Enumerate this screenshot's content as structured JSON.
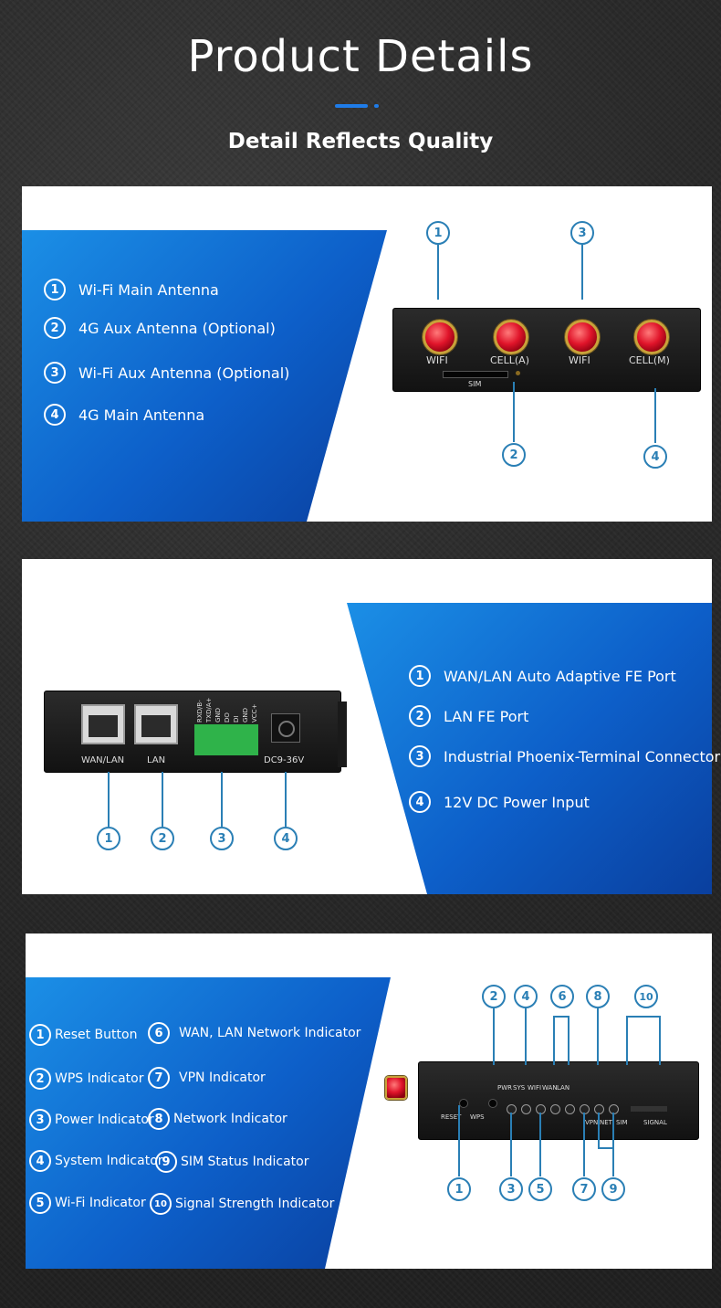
{
  "header": {
    "title": "Product Details",
    "subtitle": "Detail Reflects Quality",
    "accent": "#1f7ce8"
  },
  "section1": {
    "features": [
      {
        "num": "1",
        "label": "Wi-Fi Main Antenna"
      },
      {
        "num": "2",
        "label": "4G Aux Antenna (Optional)"
      },
      {
        "num": "3",
        "label": "Wi-Fi Aux Antenna (Optional)"
      },
      {
        "num": "4",
        "label": "4G Main Antenna"
      }
    ],
    "device_labels": [
      "WIFI",
      "CELL(A)",
      "WIFI",
      "CELL(M)",
      "SIM"
    ],
    "callouts": [
      "1",
      "2",
      "3",
      "4"
    ]
  },
  "section2": {
    "features": [
      {
        "num": "1",
        "label": "WAN/LAN Auto Adaptive FE Port"
      },
      {
        "num": "2",
        "label": "LAN FE Port"
      },
      {
        "num": "3",
        "label": "Industrial Phoenix-Terminal Connector"
      },
      {
        "num": "4",
        "label": "12V DC Power Input"
      }
    ],
    "device_labels": [
      "WAN/LAN",
      "LAN",
      "DC9-36V"
    ],
    "terminal_pins": [
      "RXD/B-",
      "TXD/A+",
      "GND",
      "DO",
      "DI",
      "GND",
      "VCC+"
    ],
    "callouts": [
      "1",
      "2",
      "3",
      "4"
    ]
  },
  "section3": {
    "features": [
      {
        "num": "1",
        "label": "Reset Button"
      },
      {
        "num": "2",
        "label": "WPS Indicator"
      },
      {
        "num": "3",
        "label": "Power Indicator"
      },
      {
        "num": "4",
        "label": "System Indicator"
      },
      {
        "num": "5",
        "label": "Wi-Fi Indicator"
      },
      {
        "num": "6",
        "label": "WAN, LAN Network Indicator"
      },
      {
        "num": "7",
        "label": "VPN Indicator"
      },
      {
        "num": "8",
        "label": "Network Indicator"
      },
      {
        "num": "9",
        "label": "SIM Status Indicator"
      },
      {
        "num": "10",
        "label": "Signal Strength Indicator"
      }
    ],
    "device_labels": [
      "RESET",
      "WPS",
      "PWR",
      "SYS",
      "WIFI",
      "WAN",
      "LAN",
      "VPN",
      "NET",
      "SIM",
      "SIGNAL"
    ],
    "callouts_top": [
      "2",
      "4",
      "6",
      "8",
      "10"
    ],
    "callouts_bottom": [
      "1",
      "3",
      "5",
      "7",
      "9"
    ]
  }
}
